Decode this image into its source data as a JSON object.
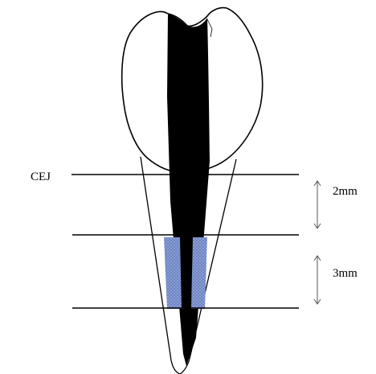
{
  "labels": {
    "cej": "CEJ",
    "coronal_measure": "2mm",
    "apical_measure": "3mm"
  },
  "colors": {
    "outline": "#000000",
    "canal_fill": "#000000",
    "crown_fill": "#ffffff",
    "root_fill": "#ffffff",
    "barrier_fill": "#6f86c4",
    "barrier_dots": "#b8c6ec",
    "arrow": "#555555"
  }
}
